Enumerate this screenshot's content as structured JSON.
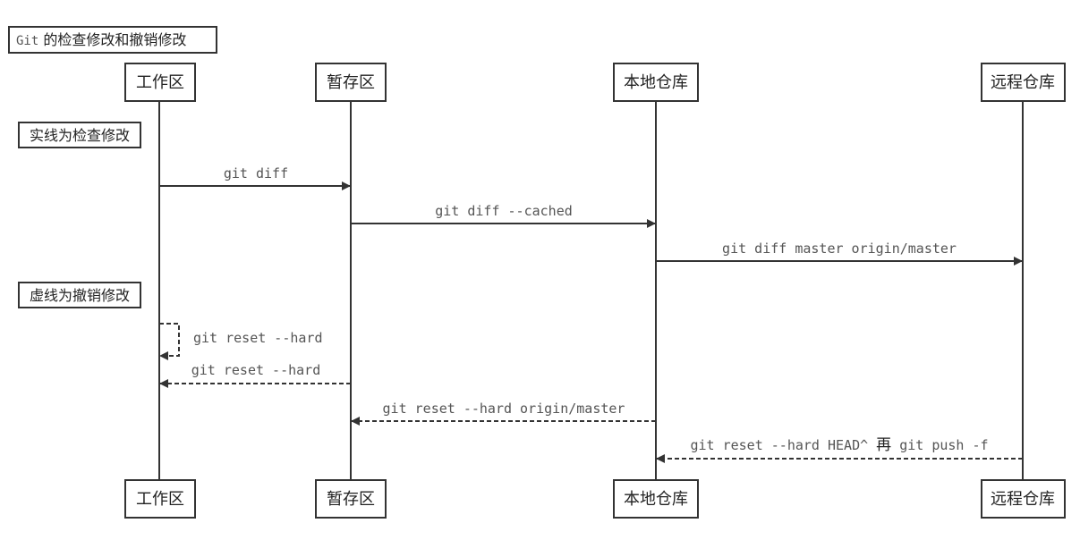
{
  "title": {
    "code": "Git",
    "text": " 的检查修改和撤销修改"
  },
  "participants": [
    "工作区",
    "暂存区",
    "本地仓库",
    "远程仓库"
  ],
  "notes": {
    "solid": "实线为检查修改",
    "dashed": "虚线为撤销修改"
  },
  "messages": [
    {
      "label": "git diff",
      "style": "solid"
    },
    {
      "label": "git diff --cached",
      "style": "solid"
    },
    {
      "label": "git diff master origin/master",
      "style": "solid"
    },
    {
      "label": "git reset --hard",
      "style": "dashed"
    },
    {
      "label": "git reset --hard",
      "style": "dashed"
    },
    {
      "label": "git reset --hard origin/master",
      "style": "dashed"
    },
    {
      "label": "git reset --hard HEAD^ ",
      "cjk": "再",
      "tail": " git push -f",
      "style": "dashed"
    }
  ]
}
